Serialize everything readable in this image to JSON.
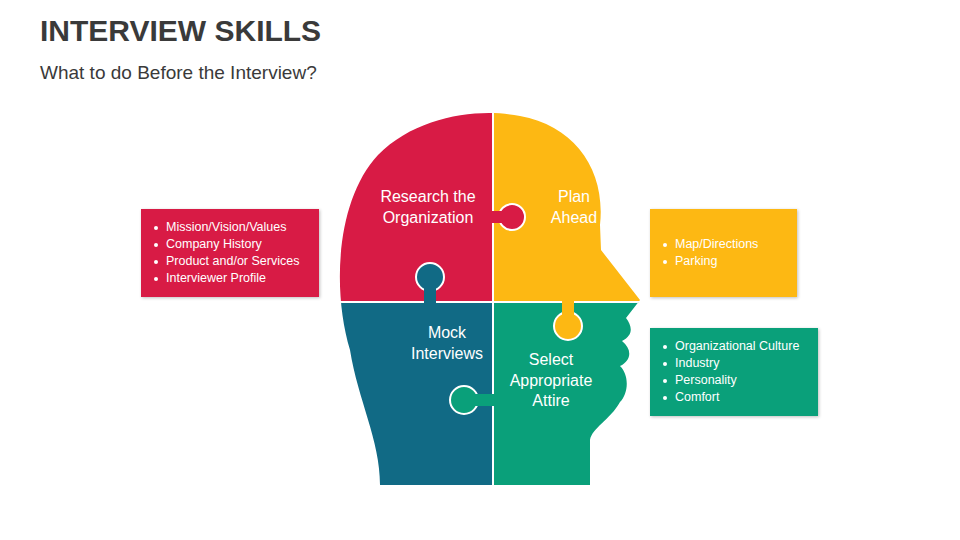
{
  "diagram": {
    "title": "INTERVIEW SKILLS",
    "nodes": [
      {
        "text": [
          "Research the Organization"
        ]
      },
      {
        "text": [
          "Plan Ahead"
        ]
      },
      {
        "text": [
          "Mock Interviews"
        ]
      },
      {
        "text": [
          "Select Appropriate Attire"
        ]
      },
      {
        "text": [
          "Mission/Vision/Values",
          "Company History",
          "Product and/or Services",
          "Interviewer Profile"
        ]
      },
      {
        "text": [
          "Map/Directions",
          "Parking"
        ]
      },
      {
        "text": [
          "Organizational Culture",
          "Industry",
          "Personality",
          "Comfort"
        ]
      }
    ],
    "labels": [
      "What to do Before the Interview?"
    ]
  }
}
